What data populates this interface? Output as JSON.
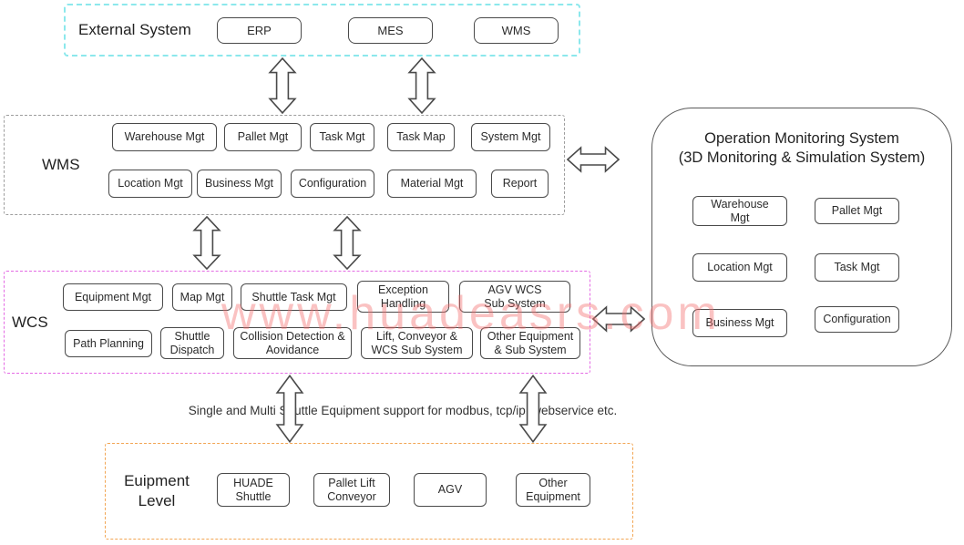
{
  "watermark": "www.huadeasrs.com",
  "external_system": {
    "label": "External System",
    "items": [
      "ERP",
      "MES",
      "WMS"
    ]
  },
  "wms": {
    "label": "WMS",
    "row1": [
      "Warehouse Mgt",
      "Pallet Mgt",
      "Task Mgt",
      "Task Map",
      "System Mgt"
    ],
    "row2": [
      "Location Mgt",
      "Business Mgt",
      "Configuration",
      "Material Mgt",
      "Report"
    ]
  },
  "wcs": {
    "label": "WCS",
    "row1": [
      "Equipment Mgt",
      "Map Mgt",
      "Shuttle Task Mgt",
      "Exception\nHandling",
      "AGV WCS\nSub System"
    ],
    "row2": [
      "Path Planning",
      "Shuttle\nDispatch",
      "Collision Detection &\nAovidance",
      "Lift, Conveyor &\nWCS Sub System",
      "Other Equipment\n& Sub System"
    ]
  },
  "equipment_level": {
    "label": "Euipment\nLevel",
    "items": [
      "HUADE\nShuttle",
      "Pallet Lift\nConveyor",
      "AGV",
      "Other\nEquipment"
    ]
  },
  "monitoring": {
    "title_line1": "Operation Monitoring System",
    "title_line2": "(3D Monitoring & Simulation System)",
    "items": [
      "Warehouse\nMgt",
      "Pallet Mgt",
      "Location Mgt",
      "Task Mgt",
      "Business Mgt",
      "Configuration"
    ]
  },
  "connector_note": "Single and Multi Shuttle Equipment support for modbus, tcp/ip, webservice etc.",
  "colors": {
    "external_border": "#8ce8ec",
    "wms_border": "#9e9e9e",
    "wcs_border": "#e46ae4",
    "equipment_border": "#f2a654",
    "box_border": "#4a4a4a",
    "watermark": "#f47070"
  }
}
